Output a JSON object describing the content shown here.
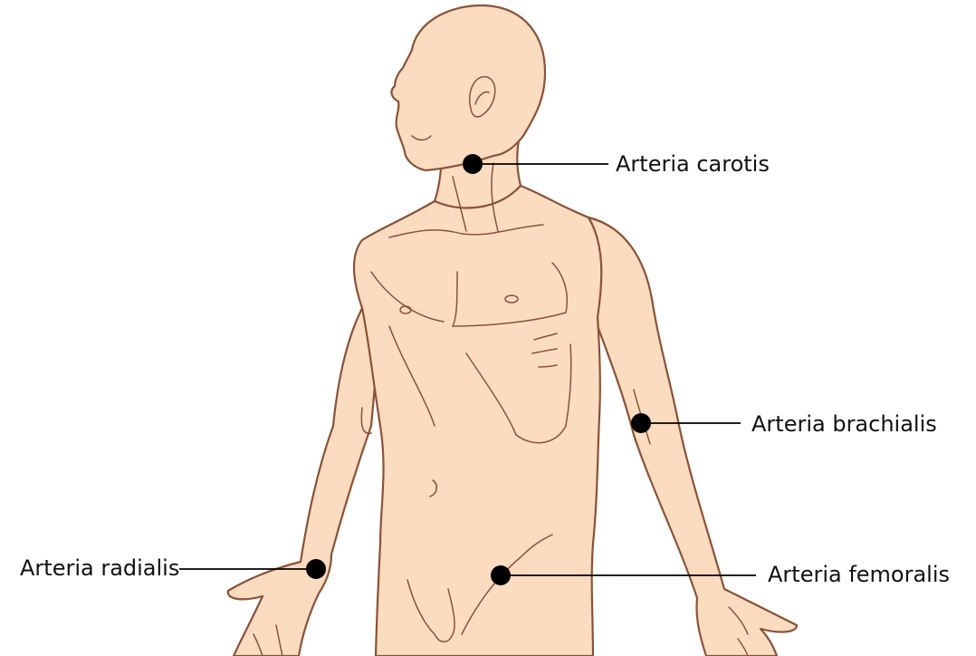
{
  "diagram": {
    "body_fill": "#fbdcc0",
    "outline_color": "#8a5236",
    "marker_color": "#000000",
    "pulse_points": [
      {
        "id": "carotis",
        "label": "Arteria carotis"
      },
      {
        "id": "brachialis",
        "label": "Arteria brachialis"
      },
      {
        "id": "radialis",
        "label": "Arteria radialis"
      },
      {
        "id": "femoralis",
        "label": "Arteria femoralis"
      }
    ]
  }
}
